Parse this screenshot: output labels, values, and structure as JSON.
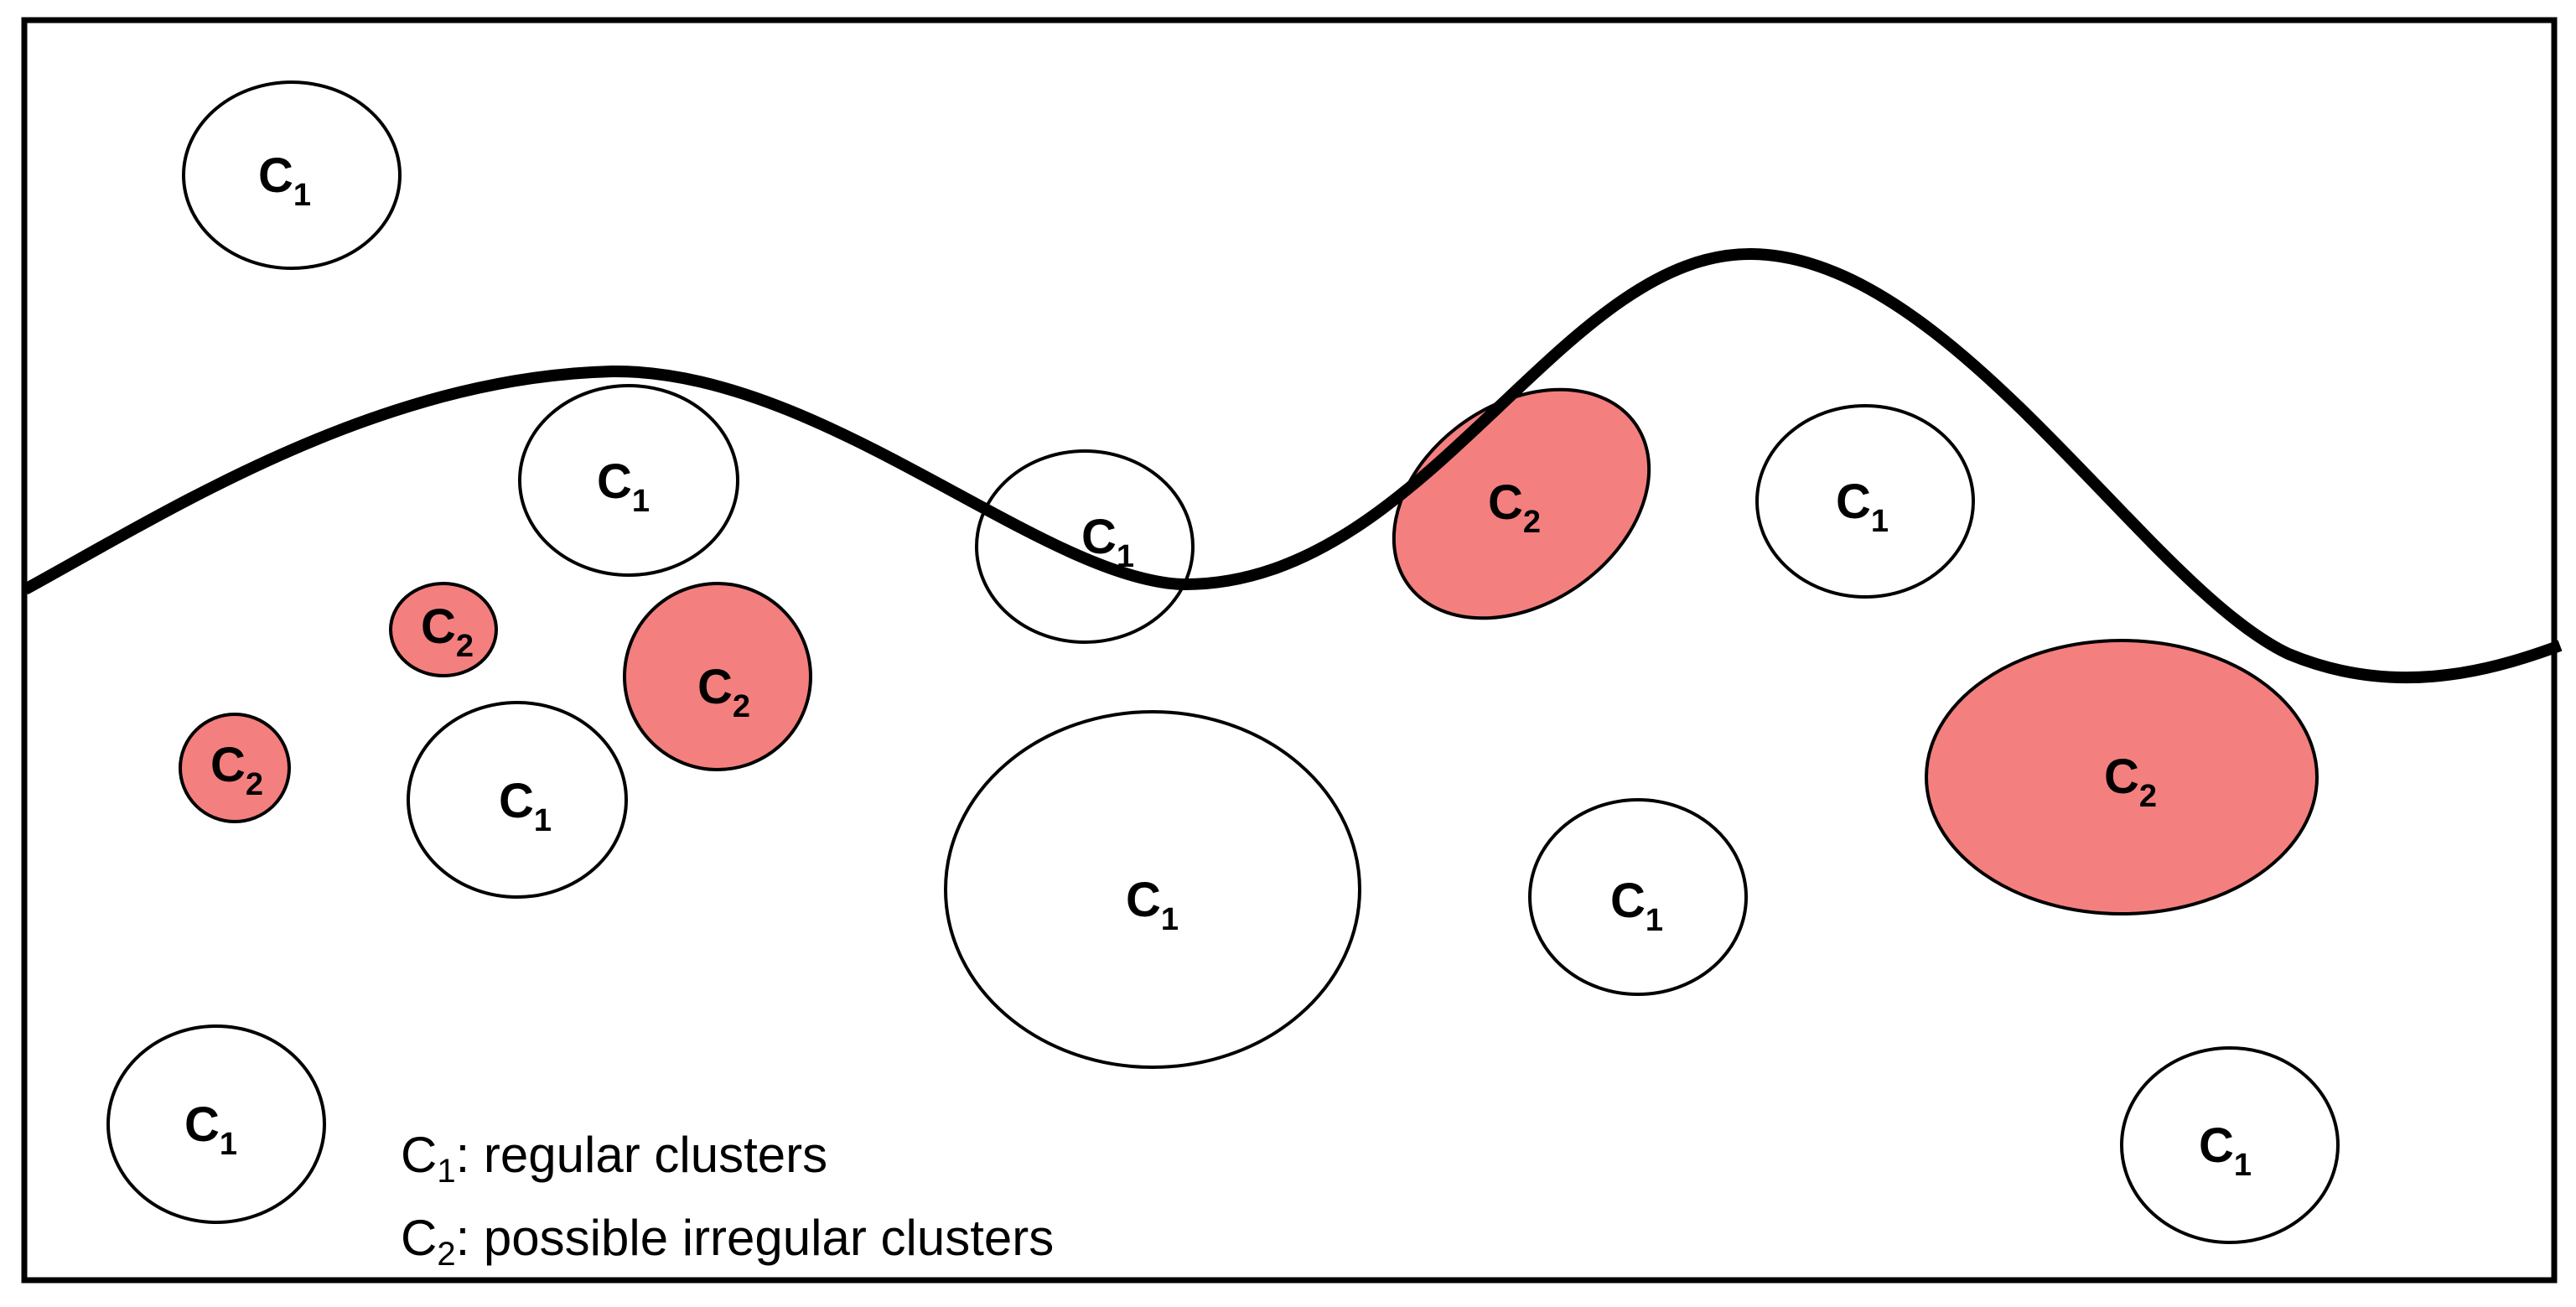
{
  "colors": {
    "regular_fill": "#ffffff",
    "irregular_fill": "#f47f7f",
    "stroke": "#000000"
  },
  "clusters": [
    {
      "kind": "regular",
      "main": "C",
      "sub": "1"
    },
    {
      "kind": "regular",
      "main": "C",
      "sub": "1"
    },
    {
      "kind": "regular",
      "main": "C",
      "sub": "1"
    },
    {
      "kind": "regular",
      "main": "C",
      "sub": "1"
    },
    {
      "kind": "regular",
      "main": "C",
      "sub": "1"
    },
    {
      "kind": "regular",
      "main": "C",
      "sub": "1"
    },
    {
      "kind": "regular",
      "main": "C",
      "sub": "1"
    },
    {
      "kind": "regular",
      "main": "C",
      "sub": "1"
    },
    {
      "kind": "regular",
      "main": "C",
      "sub": "1"
    },
    {
      "kind": "irregular",
      "main": "C",
      "sub": "2"
    },
    {
      "kind": "irregular",
      "main": "C",
      "sub": "2"
    },
    {
      "kind": "irregular",
      "main": "C",
      "sub": "2"
    },
    {
      "kind": "irregular",
      "main": "C",
      "sub": "2"
    },
    {
      "kind": "irregular",
      "main": "C",
      "sub": "2"
    }
  ],
  "legend": {
    "regular": {
      "main": "C",
      "sub": "1",
      "text": ": regular clusters"
    },
    "irregular": {
      "main": "C",
      "sub": "2",
      "text": ": possible irregular clusters"
    }
  }
}
